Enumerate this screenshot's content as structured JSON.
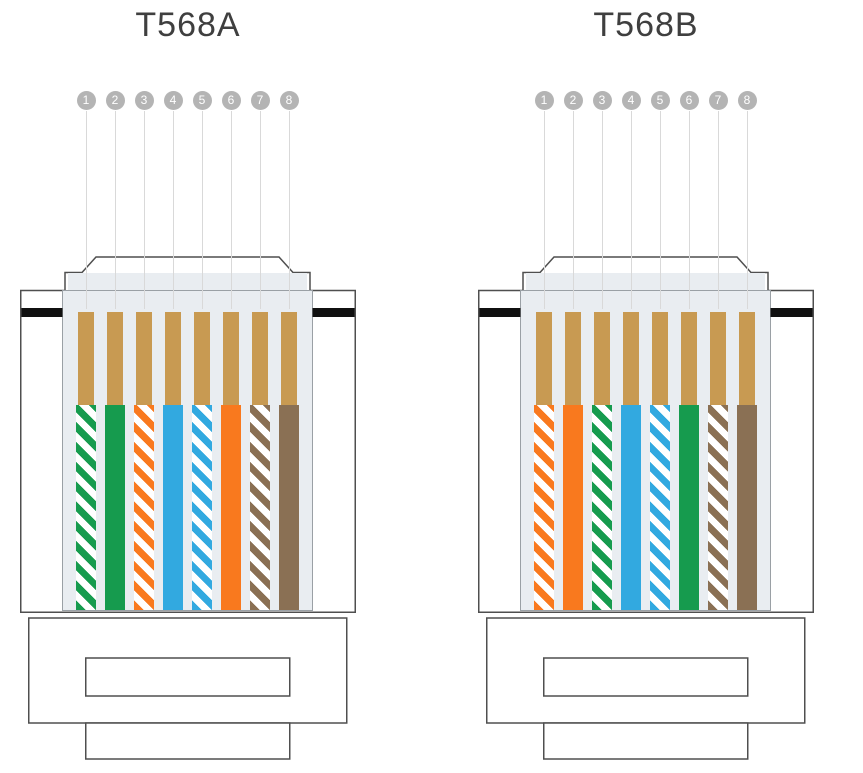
{
  "diagrams": [
    {
      "id": "t568a",
      "title": "T568A",
      "pin_labels": [
        "1",
        "2",
        "3",
        "4",
        "5",
        "6",
        "7",
        "8"
      ],
      "wires": [
        {
          "pin": 1,
          "name": "white-green",
          "pattern": "striped",
          "color": "green"
        },
        {
          "pin": 2,
          "name": "green",
          "pattern": "solid",
          "color": "green"
        },
        {
          "pin": 3,
          "name": "white-orange",
          "pattern": "striped",
          "color": "orange"
        },
        {
          "pin": 4,
          "name": "blue",
          "pattern": "solid",
          "color": "blue"
        },
        {
          "pin": 5,
          "name": "white-blue",
          "pattern": "striped",
          "color": "blue"
        },
        {
          "pin": 6,
          "name": "orange",
          "pattern": "solid",
          "color": "orange"
        },
        {
          "pin": 7,
          "name": "white-brown",
          "pattern": "striped",
          "color": "brown"
        },
        {
          "pin": 8,
          "name": "brown",
          "pattern": "solid",
          "color": "brown"
        }
      ]
    },
    {
      "id": "t568b",
      "title": "T568B",
      "pin_labels": [
        "1",
        "2",
        "3",
        "4",
        "5",
        "6",
        "7",
        "8"
      ],
      "wires": [
        {
          "pin": 1,
          "name": "white-orange",
          "pattern": "striped",
          "color": "orange"
        },
        {
          "pin": 2,
          "name": "orange",
          "pattern": "solid",
          "color": "orange"
        },
        {
          "pin": 3,
          "name": "white-green",
          "pattern": "striped",
          "color": "green"
        },
        {
          "pin": 4,
          "name": "blue",
          "pattern": "solid",
          "color": "blue"
        },
        {
          "pin": 5,
          "name": "white-blue",
          "pattern": "striped",
          "color": "blue"
        },
        {
          "pin": 6,
          "name": "green",
          "pattern": "solid",
          "color": "green"
        },
        {
          "pin": 7,
          "name": "white-brown",
          "pattern": "striped",
          "color": "brown"
        },
        {
          "pin": 8,
          "name": "brown",
          "pattern": "solid",
          "color": "brown"
        }
      ]
    }
  ],
  "colors": {
    "green": "#169b4e",
    "orange": "#f9791e",
    "blue": "#32a9e0",
    "brown": "#8a7054",
    "pin_contact": "#c89a52",
    "stripe_base": "#ffffff",
    "number_circle": "#b4b4b4",
    "number_text": "#ffffff",
    "outline": "#4f4f4f",
    "window": "#e9edf1",
    "black_mark": "#101010",
    "guide_line": "#d9d9d9",
    "title_text": "#3f3f3f"
  }
}
